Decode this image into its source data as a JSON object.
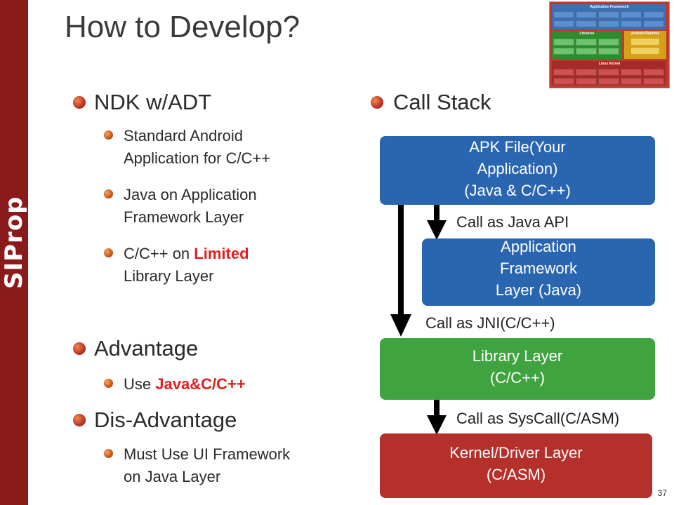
{
  "slide": {
    "title": "How to Develop?",
    "brand": "SIProp",
    "page_number": "37"
  },
  "left": {
    "sections": [
      {
        "heading": "NDK w/ADT",
        "items": [
          {
            "lines": [
              "Standard Android",
              "Application for C/C++"
            ]
          },
          {
            "lines": [
              "Java on Application",
              "Framework Layer"
            ]
          },
          {
            "prefix": "C/C++ on ",
            "highlight": "Limited",
            "line2": "Library Layer"
          }
        ]
      },
      {
        "heading": "Advantage",
        "items": [
          {
            "prefix": "Use ",
            "highlight": "Java&C/C++"
          }
        ]
      },
      {
        "heading": "Dis-Advantage",
        "items": [
          {
            "lines": [
              "Must Use UI Framework",
              "on Java Layer"
            ]
          }
        ]
      }
    ]
  },
  "right": {
    "heading": "Call Stack",
    "boxes": [
      {
        "lines": [
          "APK File(Your",
          "Application)",
          "(Java & C/C++)"
        ],
        "color": "#2a65b0"
      },
      {
        "lines": [
          "Application",
          "Framework",
          "Layer (Java)"
        ],
        "color": "#2a65b0"
      },
      {
        "lines": [
          "Library Layer",
          "(C/C++)"
        ],
        "color": "#3fa43f"
      },
      {
        "lines": [
          "Kernel/Driver Layer",
          "(C/ASM)"
        ],
        "color": "#b5302a"
      }
    ],
    "calls": [
      "Call as Java API",
      "Call as JNI(C/C++)",
      "Call as SysCall(C/ASM)"
    ]
  },
  "thumbnail": {
    "labels": [
      "Application Framework",
      "Libraries",
      "Android Runtime",
      "Linux Kernel"
    ]
  }
}
